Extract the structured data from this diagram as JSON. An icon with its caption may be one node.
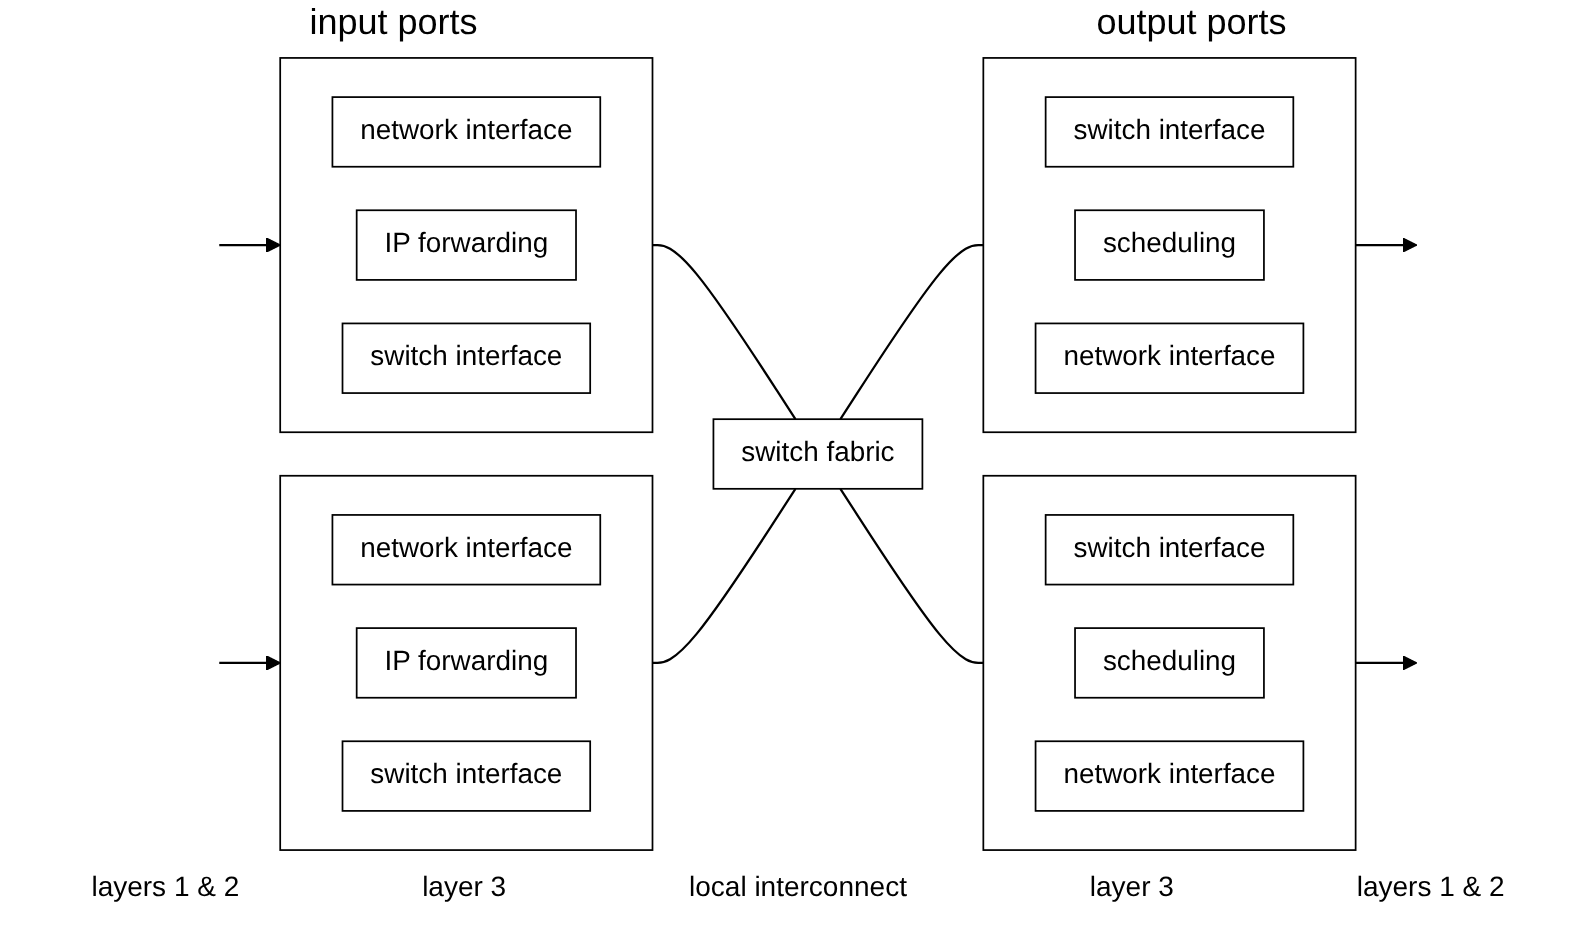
{
  "diagram": {
    "nodes": [
      {
        "text": [],
        "shape": "box"
      },
      {
        "text": [
          "network interface"
        ],
        "in": 0
      },
      {
        "text": [
          "IP forwarding"
        ],
        "in": 0
      },
      {
        "text": [
          "switch interface"
        ],
        "in": 0
      },
      {
        "text": [],
        "shape": "box"
      },
      {
        "text": [
          "network interface"
        ],
        "in": 4
      },
      {
        "text": [
          "IP forwarding"
        ],
        "in": 4
      },
      {
        "text": [
          "switch interface"
        ],
        "in": 4
      },
      {
        "text": [
          "switch fabric"
        ]
      },
      {
        "text": [],
        "shape": "box"
      },
      {
        "text": [
          "switch interface"
        ],
        "in": 9
      },
      {
        "text": [
          "scheduling"
        ],
        "in": 9
      },
      {
        "text": [
          "network interface"
        ],
        "in": 9
      },
      {
        "text": [],
        "shape": "box"
      },
      {
        "text": [
          "switch interface"
        ],
        "in": 13
      },
      {
        "text": [
          "scheduling"
        ],
        "in": 13
      },
      {
        "text": [
          "network interface"
        ],
        "in": 13
      }
    ],
    "edges": [
      {
        "from": null,
        "to": 0,
        "arrow": "to"
      },
      {
        "from": null,
        "to": 4,
        "arrow": "to"
      },
      {
        "from": 0,
        "to": 8,
        "arrow": "none"
      },
      {
        "from": 4,
        "to": 8,
        "arrow": "none"
      },
      {
        "from": 8,
        "to": 9,
        "arrow": "none"
      },
      {
        "from": 8,
        "to": 13,
        "arrow": "none"
      },
      {
        "from": 9,
        "to": null,
        "arrow": "to"
      },
      {
        "from": 13,
        "to": null,
        "arrow": "to"
      }
    ],
    "labels": [
      "input ports",
      "output ports",
      "layers 1 & 2",
      "layer 3",
      "local interconnect",
      "layer 3",
      "layers 1 & 2"
    ]
  }
}
